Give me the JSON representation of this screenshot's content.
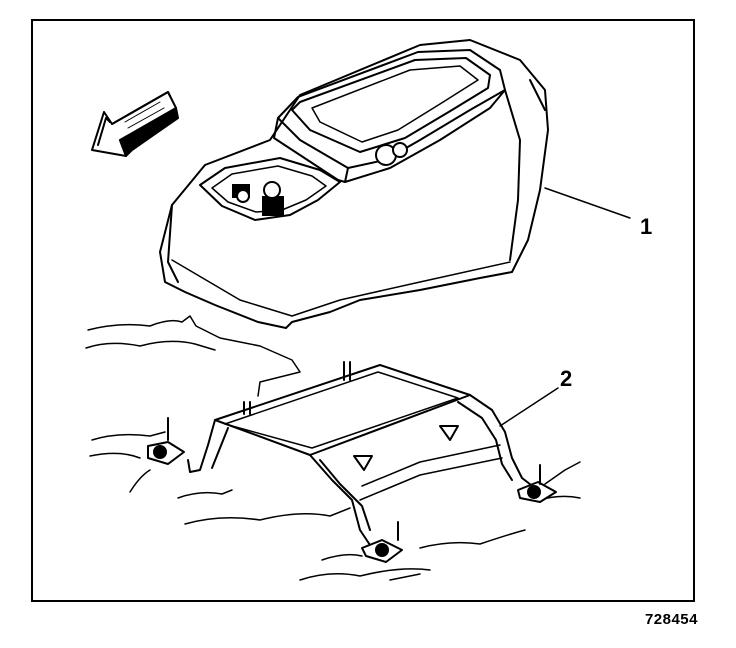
{
  "figure": {
    "callouts": [
      {
        "label": "1",
        "part": "console-assembly"
      },
      {
        "label": "2",
        "part": "console-bracket"
      }
    ],
    "figure_id": "728454",
    "arrow_icon": "forward-direction-arrow-icon",
    "line_color": "#000000",
    "background_color": "#ffffff"
  }
}
